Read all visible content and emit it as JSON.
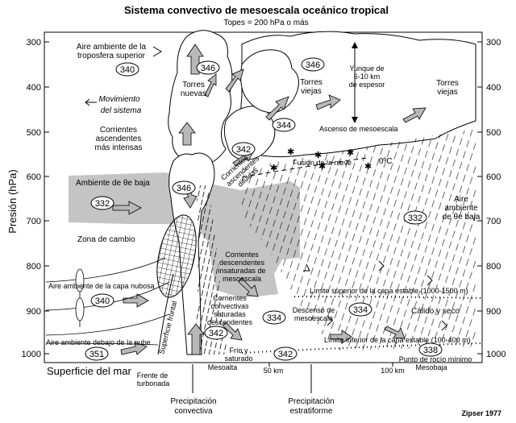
{
  "title": "Sistema convectivo de mesoescala oceánico tropical",
  "subtitle": "Topes = 200 hPa o más",
  "y_axis": {
    "label": "Presión (hPa)",
    "ticks": [
      "300",
      "400",
      "500",
      "600",
      "700",
      "800",
      "900",
      "1000"
    ]
  },
  "x_axis": {
    "surface_label": "Superficie del mar",
    "tick_50": "50 km",
    "tick_100": "100 km",
    "mesoalta": "Mesoalta",
    "mesobaja": "Mesobaja",
    "frente_line1": "Frente  de",
    "frente_line2": "turbonada"
  },
  "labels": {
    "aire_ambiente_sup_1": "Aire ambiente de la",
    "aire_ambiente_sup_2": "troposfera superior",
    "movimiento_1": "Movimiento",
    "movimiento_2": "del sistema",
    "torres_nuevas_1": "Torres",
    "torres_nuevas_2": "nuevas",
    "torres_viejas_a_1": "Torres",
    "torres_viejas_a_2": "viejas",
    "torres_viejas_b_1": "Torres",
    "torres_viejas_b_2": "viejas",
    "yunque_1": "Yunque de",
    "yunque_2": "6-10 km",
    "yunque_3": "de espesor",
    "ascenso": "Ascenso de mesoescala",
    "corrientes_asc_1": "Corrientes",
    "corrientes_asc_2": "ascendentes",
    "corrientes_asc_3": "más intensas",
    "corrientes_diluidas_1": "Corrientes",
    "corrientes_diluidas_2": "ascendentes",
    "corrientes_diluidas_3": "diluidas",
    "fusion": "Fusión de la nieve",
    "cero_c": "0ºC",
    "ambiente_theta_baja": "Ambiente de θe baja",
    "aire_ambiente_theta_1": "Aire",
    "aire_ambiente_theta_2": "ambiente",
    "aire_ambiente_theta_3": "de θe baja",
    "zona_cambio": "Zona de cambio",
    "corrientes_desc_1": "Corrientes",
    "corrientes_desc_2": "descendentes",
    "corrientes_desc_3": "insaturadas de",
    "corrientes_desc_4": "mesoescala",
    "aire_capa_nubosa": "Aire ambiente de la capa nubosa",
    "limite_superior": "Límite superior de la capa estable (1000-1500 m)",
    "corrientes_conv_1": "Corrientes",
    "corrientes_conv_2": "convectivas",
    "corrientes_conv_3": "saturadas",
    "corrientes_conv_4": "descendentes",
    "descenso_1": "Descenso de",
    "descenso_2": "mesoescala",
    "calido_seco": "Cálido y seco",
    "superficie_frontal": "Superficie frontal",
    "aire_debajo_nube": "Aire ambiente debajo de la nube",
    "frio_1": "Frío y",
    "frio_2": "saturado",
    "limite_inferior": "Límite inferior de la capa estable (100-400 m)",
    "punto_rocio": "Punto de rocío mínimo"
  },
  "theta_values": {
    "v340_upper": "340",
    "v346_nuevas": "346",
    "v346_viejas": "346",
    "v344": "344",
    "v342_upper": "342",
    "v346_core": "346",
    "v332_left": "332",
    "v332_right": "332",
    "v340_lower": "340",
    "v334_mid": "334",
    "v334_right": "334",
    "v342_lower": "342",
    "v351": "351",
    "v342_surface": "342",
    "v338": "338"
  },
  "bottom_labels": {
    "precip_conv_1": "Precipitación",
    "precip_conv_2": "convectiva",
    "precip_estr_1": "Precipitación",
    "precip_estr_2": "estratiforme",
    "credit": "Zipser 1977"
  },
  "colors": {
    "low_theta_band": "#c4c4c4",
    "arrow_fill": "#b8b8b8",
    "line": "#000000",
    "background": "#ffffff"
  }
}
